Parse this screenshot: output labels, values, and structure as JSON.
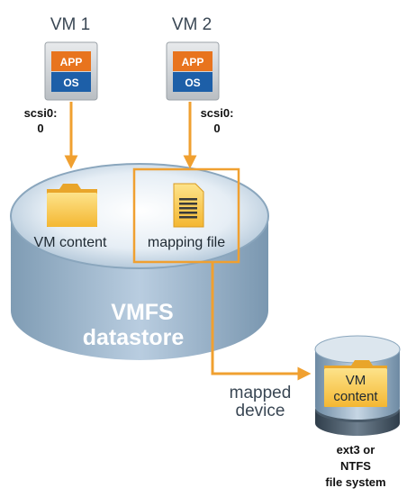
{
  "vm1": {
    "title": "VM 1",
    "app": "APP",
    "os": "OS",
    "scsi_line1": "scsi0:",
    "scsi_line2": "0"
  },
  "vm2": {
    "title": "VM 2",
    "app": "APP",
    "os": "OS",
    "scsi_line1": "scsi0:",
    "scsi_line2": "0"
  },
  "datastore": {
    "vm_content_label": "VM content",
    "mapping_file_label": "mapping file",
    "title_line1": "VMFS",
    "title_line2": "datastore"
  },
  "mapped_device": {
    "line1": "mapped",
    "line2": "device"
  },
  "device_disk": {
    "content_line1": "VM",
    "content_line2": "content",
    "fs_line1": "ext3 or",
    "fs_line2": "NTFS",
    "fs_line3": "file system"
  },
  "colors": {
    "arrow": "#f0a030",
    "app_orange": "#e8741e",
    "os_blue": "#1d5fa8",
    "cylinder_blue": "#9fb8cc",
    "folder_yellow": "#f9c74a",
    "text_dark": "#3a4754",
    "highlight_box": "#f0a030"
  }
}
